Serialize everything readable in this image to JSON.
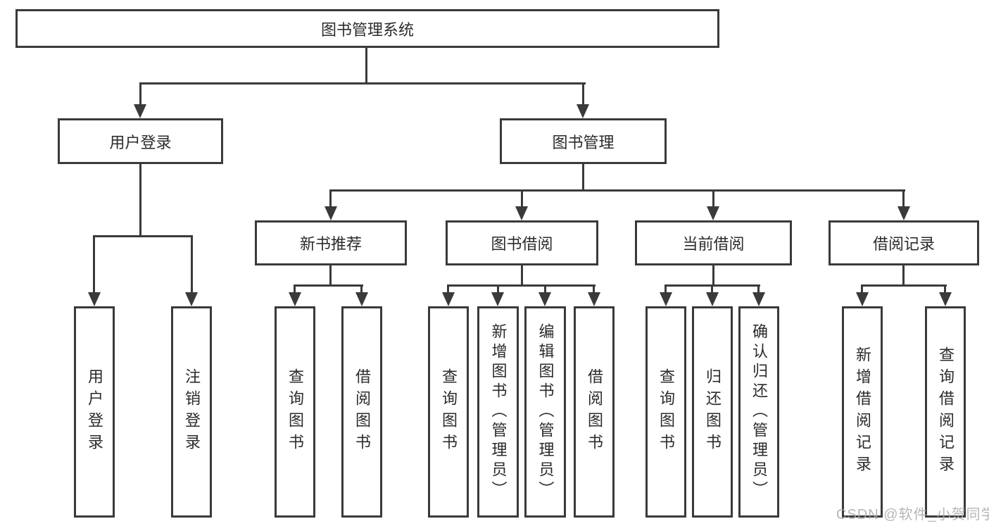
{
  "diagram": {
    "tree": {
      "label": "图书管理系统",
      "children": [
        {
          "label": "用户登录",
          "children": [
            {
              "label": "用户登录"
            },
            {
              "label": "注销登录"
            }
          ]
        },
        {
          "label": "图书管理",
          "children": [
            {
              "label": "新书推荐",
              "children": [
                {
                  "label": "查询图书"
                },
                {
                  "label": "借阅图书"
                }
              ]
            },
            {
              "label": "图书借阅",
              "children": [
                {
                  "label": "查询图书"
                },
                {
                  "label": "新增图书（管理员）"
                },
                {
                  "label": "编辑图书（管理员）"
                },
                {
                  "label": "借阅图书"
                }
              ]
            },
            {
              "label": "当前借阅",
              "children": [
                {
                  "label": "查询图书"
                },
                {
                  "label": "归还图书"
                },
                {
                  "label": "确认归还（管理员）"
                }
              ]
            },
            {
              "label": "借阅记录",
              "children": [
                {
                  "label": "新增借阅记录"
                },
                {
                  "label": "查询借阅记录"
                }
              ]
            }
          ]
        }
      ]
    },
    "watermark": "CSDN @软件_小贺同学",
    "colors": {
      "line": "#3a3a3a",
      "text": "#2b2b2b",
      "box_background": "#ffffff",
      "watermark": "#a9a9a9"
    }
  }
}
